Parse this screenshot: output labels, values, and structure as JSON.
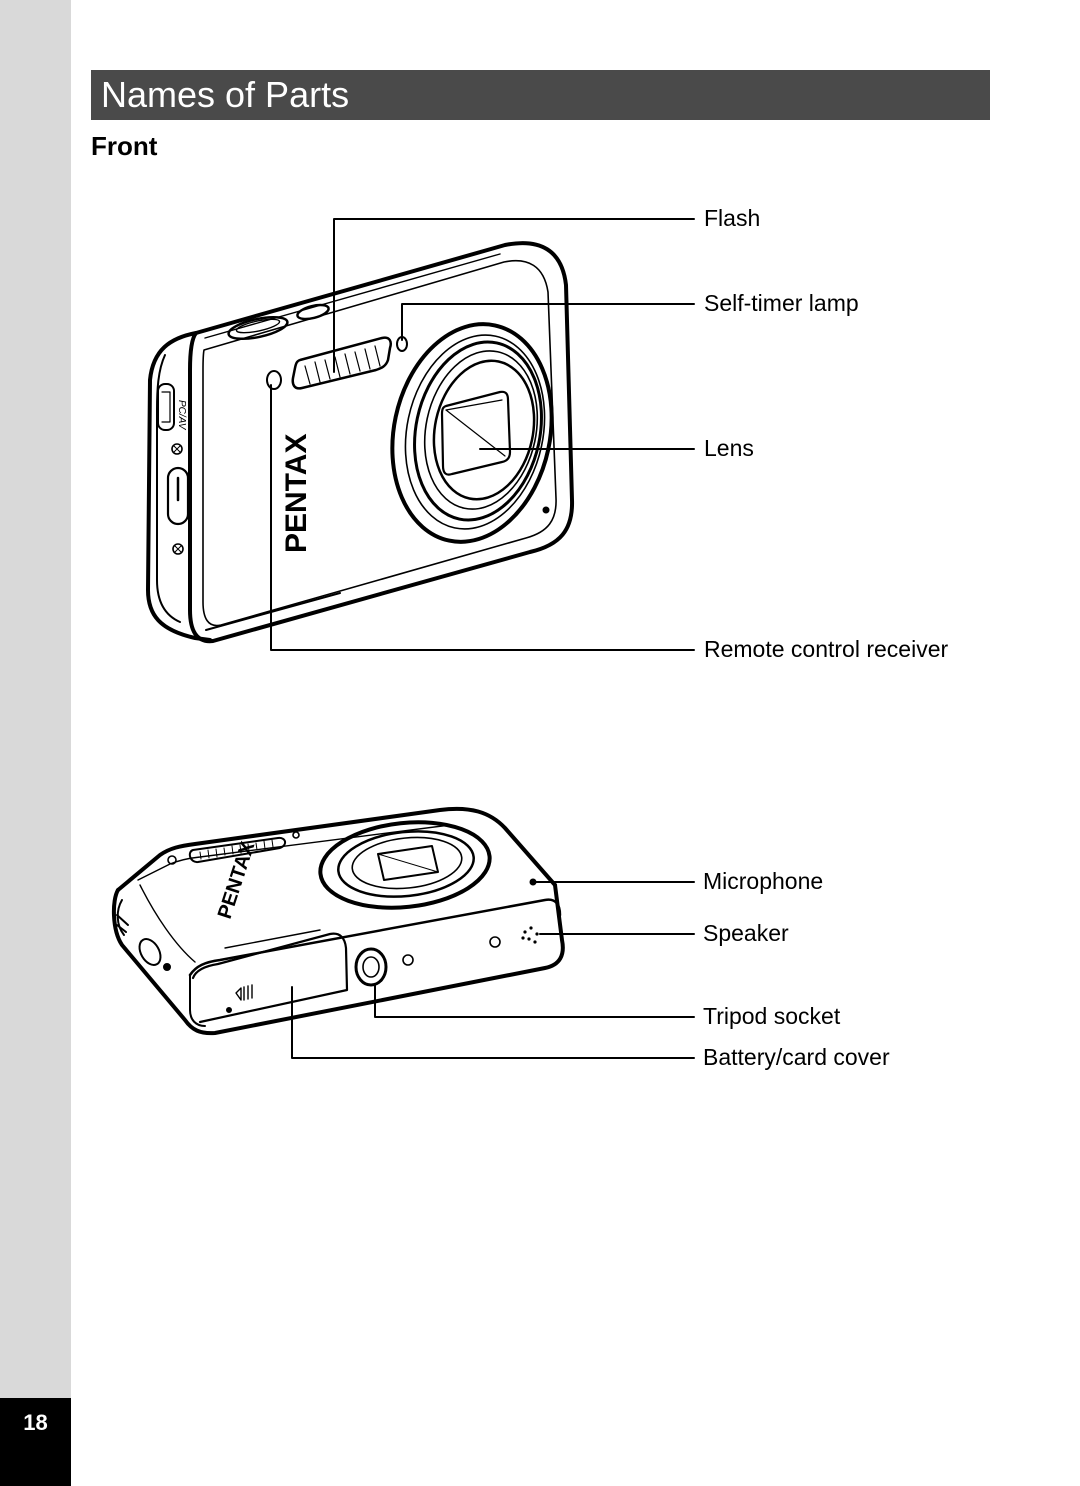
{
  "page": {
    "title": "Names of Parts",
    "section": "Front",
    "page_number": "18"
  },
  "camera_front": {
    "brand": "PENTAX",
    "port_label": "PC/AV"
  },
  "camera_bottom": {
    "brand": "PENTAX"
  },
  "callouts_front": [
    {
      "id": "flash",
      "label": "Flash"
    },
    {
      "id": "self_timer_lamp",
      "label": "Self-timer lamp"
    },
    {
      "id": "lens",
      "label": "Lens"
    },
    {
      "id": "remote_control_receiver",
      "label": "Remote control receiver"
    }
  ],
  "callouts_bottom": [
    {
      "id": "microphone",
      "label": "Microphone"
    },
    {
      "id": "speaker",
      "label": "Speaker"
    },
    {
      "id": "tripod_socket",
      "label": "Tripod socket"
    },
    {
      "id": "battery_card_cover",
      "label": "Battery/card cover"
    }
  ]
}
